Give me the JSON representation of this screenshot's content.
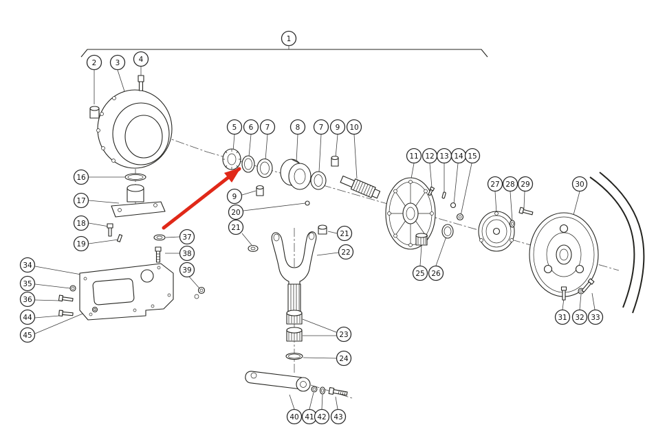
{
  "callout_labels": {
    "n1": "1",
    "n2": "2",
    "n3": "3",
    "n4": "4",
    "n5": "5",
    "n6": "6",
    "n7": "7",
    "n8": "8",
    "n9": "9",
    "n10": "10",
    "n11": "11",
    "n12": "12",
    "n13": "13",
    "n14": "14",
    "n15": "15",
    "n16": "16",
    "n17": "17",
    "n18": "18",
    "n19": "19",
    "n20": "20",
    "n21": "21",
    "n22": "22",
    "n23": "23",
    "n24": "24",
    "n25": "25",
    "n26": "26",
    "n27": "27",
    "n28": "28",
    "n29": "29",
    "n30": "30",
    "n31": "31",
    "n32": "32",
    "n33": "33",
    "n34": "34",
    "n35": "35",
    "n36": "36",
    "n37": "37",
    "n38": "38",
    "n39": "39",
    "n40": "40",
    "n41": "41",
    "n42": "42",
    "n43": "43",
    "n44": "44",
    "n45": "45"
  },
  "highlight": {
    "callout": "6"
  },
  "colors": {
    "highlight_fill": "#b4c53c",
    "arrow": "#e02818",
    "diagram_stroke": "#23231f",
    "background": "#ffffff"
  }
}
